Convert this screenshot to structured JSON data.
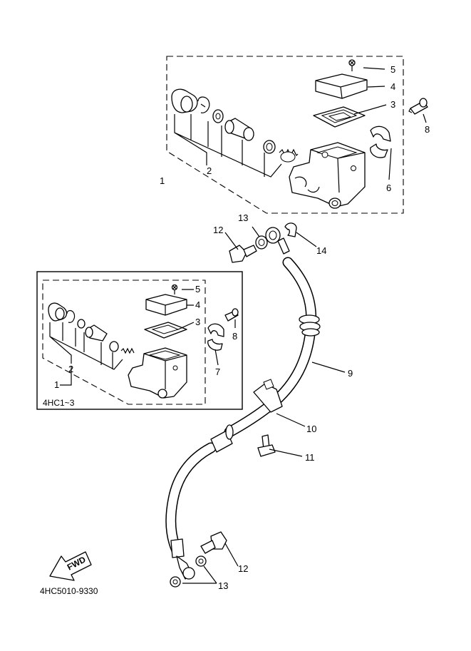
{
  "callouts": {
    "c1_top": "1",
    "c2_top": "2",
    "c3_top": "3",
    "c4_top": "4",
    "c5_top": "5",
    "c6_top": "6",
    "c8_top": "8",
    "c1_inset": "1",
    "c2_inset": "2",
    "c3_inset": "3",
    "c4_inset": "4",
    "c5_inset": "5",
    "c7_inset": "7",
    "c8_inset": "8",
    "c9": "9",
    "c10": "10",
    "c11": "11",
    "c12_a": "12",
    "c13_a": "13",
    "c14": "14",
    "c12_b": "12",
    "c13_b": "13"
  },
  "inset_label": "4HC1~3",
  "fwd_label": "FWD",
  "part_code": "4HC5010-9330"
}
